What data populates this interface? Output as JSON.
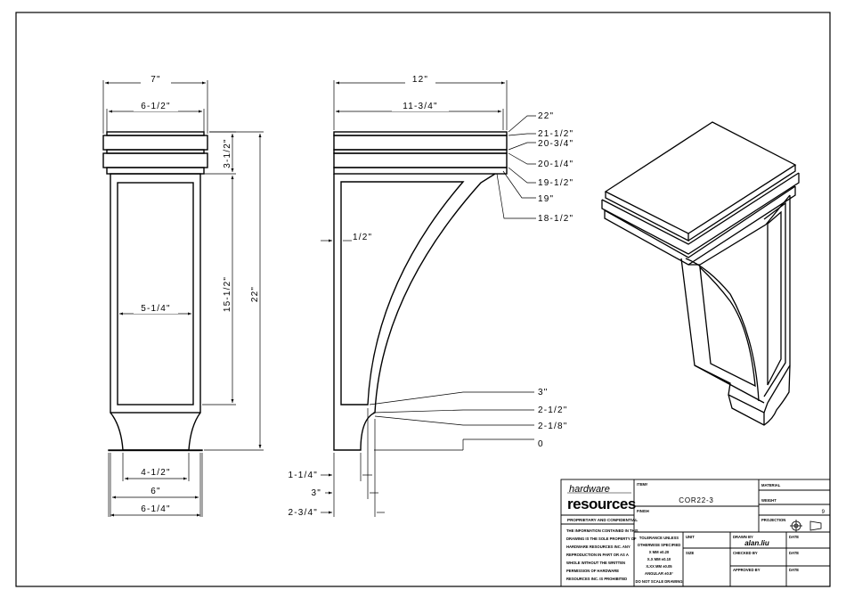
{
  "front_view": {
    "width_top": "7\"",
    "width_inner": "6-1/2\"",
    "cap_height": "3-1/2\"",
    "panel_height": "15-1/2\"",
    "total_height": "22\"",
    "panel_width": "5-1/4\"",
    "foot_width": "4-1/2\"",
    "base_width": "6\"",
    "base_outer": "6-1/4\""
  },
  "side_view": {
    "depth_top": "12\"",
    "depth_inner": "11-3/4\"",
    "reveal": "1/2\"",
    "heights": [
      "22\"",
      "21-1/2\"",
      "20-3/4\"",
      "20-1/4\"",
      "19-1/2\"",
      "19\"",
      "18-1/2\""
    ],
    "bottom_heights": [
      "3\"",
      "2-1/2\"",
      "2-1/8\"",
      "0"
    ],
    "bottom_depths": [
      "1-1/4\"",
      "3\"",
      "2-3/4\""
    ]
  },
  "title_block": {
    "brand_top": "hardware",
    "brand_bottom": "resources",
    "proprietary_title": "PROPRIETARY AND CONFIDENTIAL",
    "proprietary_lines": [
      "THE INFORMATION CONTAINED IN THIS",
      "DRAWING IS THE SOLE PROPERTY OF",
      "HARDWARE RESOURCES INC. ANY",
      "REPRODUCTION IN PART OR AS A",
      "WHOLE WITHOUT THE WRITTEN",
      "PERMISSION OF HARDWARE",
      "RESOURCES INC. IS PROHIBITED"
    ],
    "item_label": "ITEM#",
    "item_value": "COR22-3",
    "finish_label": "FINISH",
    "material_label": "MATERIAL",
    "weight_label": "WEIGHT",
    "weight_value": "9",
    "projection_label": "PROJECTION",
    "tolerance_lines": [
      "TOLERANCE UNLESS",
      "OTHERWISE SPECIFIED",
      "X   MM   ±0.20",
      "X.X   MM   ±0.10",
      "X.XX   MM   ±0.05",
      "ANGULAR   ±0.5°",
      "DO NOT SCALE DRAWING"
    ],
    "unit_label": "UNIT",
    "size_label": "SIZE",
    "drawn_by_label": "DRAWN BY",
    "drawn_by_value": "alan.liu",
    "checked_by_label": "CHECKED BY",
    "approved_by_label": "APPROVED BY",
    "date_label": "DATE"
  }
}
